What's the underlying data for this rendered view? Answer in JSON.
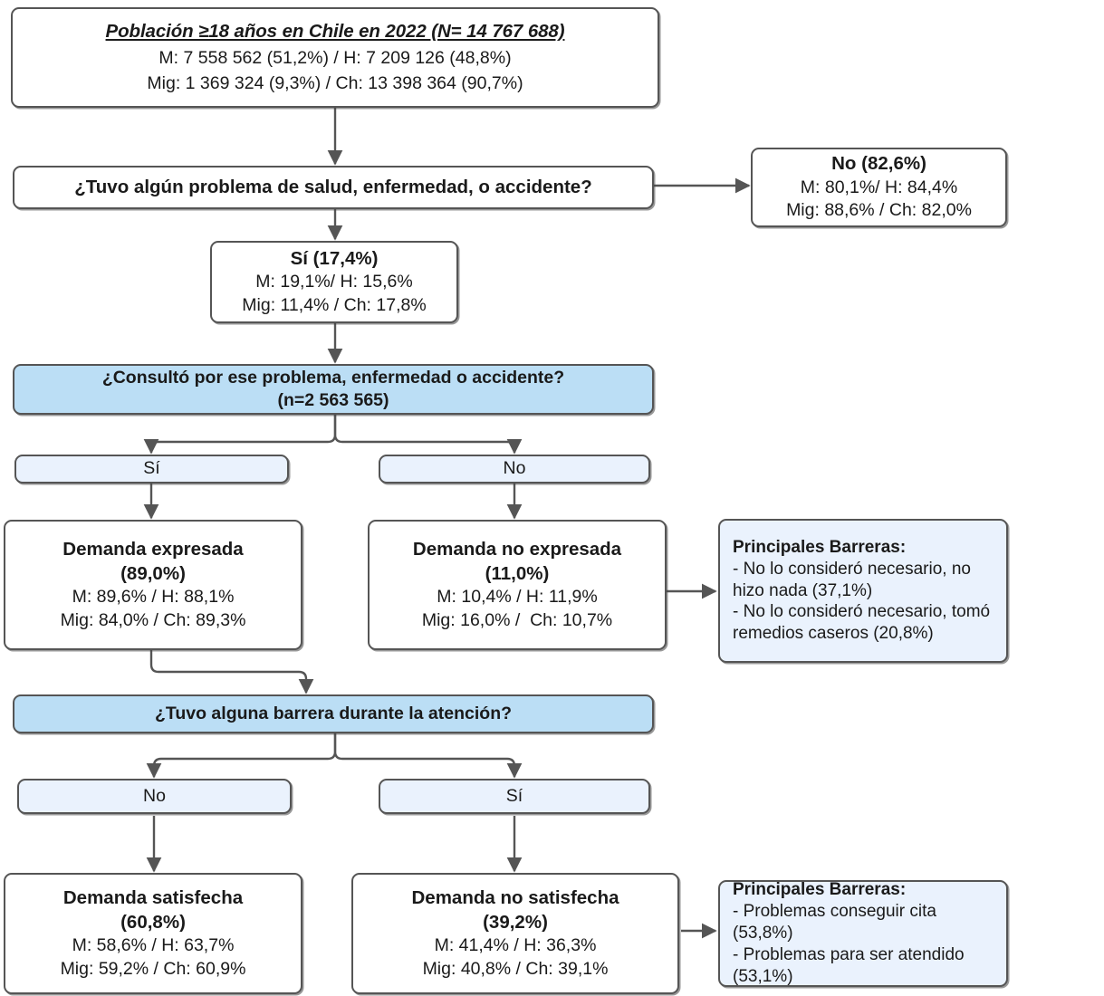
{
  "diagram": {
    "title_box": {
      "lines": [
        "Población ≥18 años en Chile en 2022 (N= 14 767 688)",
        "M: 7 558 562 (51,2%) / H: 7 209 126 (48,8%)",
        "Mig: 1 369 324 (9,3%) / Ch: 13 398 364 (90,7%)"
      ]
    },
    "q_health": {
      "lines": [
        "¿Tuvo algún problema de salud, enfermedad, o accidente?"
      ]
    },
    "no_health": {
      "lines": [
        "No (82,6%)",
        "M: 80,1%/ H: 84,4%",
        "Mig: 88,6% / Ch: 82,0%"
      ]
    },
    "si_health": {
      "lines": [
        "Sí (17,4%)",
        "M: 19,1%/ H: 15,6%",
        "Mig: 11,4% / Ch: 17,8%"
      ]
    },
    "q_consult": {
      "lines": [
        "¿Consultó por ese problema, enfermedad o accidente?",
        "(n=2 563 565)"
      ]
    },
    "consult_si": {
      "label": "Sí"
    },
    "consult_no": {
      "label": "No"
    },
    "demanda_expresada": {
      "lines": [
        "Demanda expresada",
        "(89,0%)",
        "M: 89,6% / H: 88,1%",
        "Mig: 84,0% / Ch: 89,3%"
      ]
    },
    "demanda_no_expresada": {
      "lines": [
        "Demanda no expresada",
        "(11,0%)",
        "M: 10,4% / H: 11,9%",
        "Mig: 16,0% /  Ch: 10,7%"
      ]
    },
    "barreras_no_expresada": {
      "title": "Principales Barreras:",
      "items": [
        "- No lo consideró necesario, no hizo nada (37,1%)",
        "- No lo consideró necesario, tomó remedios caseros (20,8%)"
      ]
    },
    "q_barrera": {
      "lines": [
        "¿Tuvo alguna barrera durante la atención?"
      ]
    },
    "barrera_no": {
      "label": "No"
    },
    "barrera_si": {
      "label": "Sí"
    },
    "demanda_satisfecha": {
      "lines": [
        "Demanda satisfecha",
        "(60,8%)",
        "M: 58,6% / H: 63,7%",
        "Mig: 59,2% / Ch: 60,9%"
      ]
    },
    "demanda_no_satisfecha": {
      "lines": [
        "Demanda no satisfecha",
        "(39,2%)",
        "M: 41,4% / H: 36,3%",
        "Mig: 40,8% / Ch: 39,1%"
      ]
    },
    "barreras_no_satisfecha": {
      "title": "Principales Barreras:",
      "items": [
        "- Problemas conseguir cita (53,8%)",
        "- Problemas para ser atendido (53,1%)"
      ]
    }
  },
  "colors": {
    "question_fill": "#bbdef5",
    "option_fill": "#eaf2fd",
    "node_border": "#555555",
    "edge_stroke": "#555555",
    "plain_fill": "#ffffff"
  }
}
